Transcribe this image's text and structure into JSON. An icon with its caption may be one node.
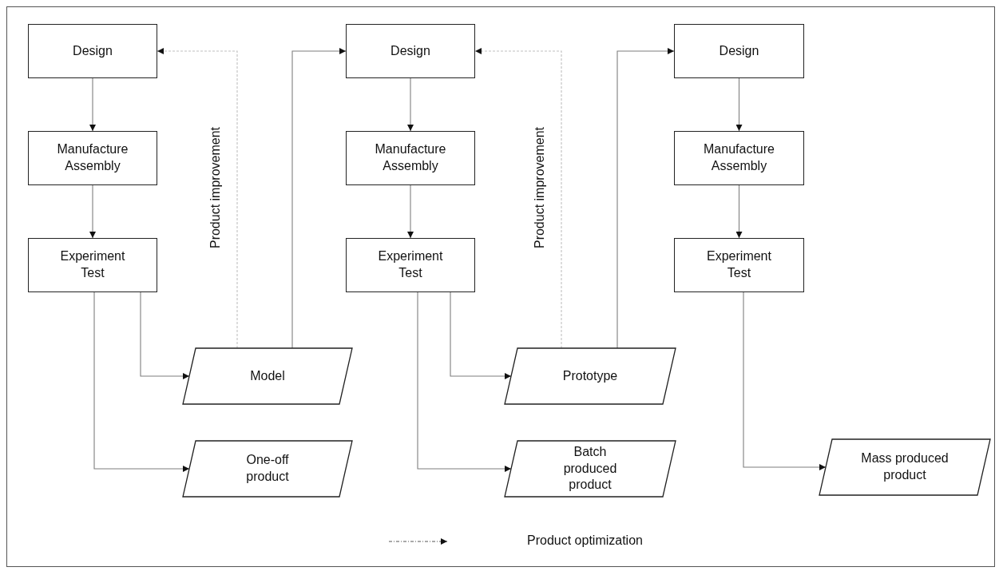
{
  "diagram": {
    "nodes": [
      {
        "text": [
          "Design"
        ]
      },
      {
        "text": [
          "Manufacture Assembly"
        ]
      },
      {
        "text": [
          "Experiment Test"
        ]
      },
      {
        "text": [
          "Design"
        ]
      },
      {
        "text": [
          "Manufacture Assembly"
        ]
      },
      {
        "text": [
          "Experiment Test"
        ]
      },
      {
        "text": [
          "Design"
        ]
      },
      {
        "text": [
          "Manufacture Assembly"
        ]
      },
      {
        "text": [
          "Experiment Test"
        ]
      },
      {
        "text": [
          "Model"
        ]
      },
      {
        "text": [
          "One-off product"
        ]
      },
      {
        "text": [
          "Prototype"
        ]
      },
      {
        "text": [
          "Batch produced product"
        ]
      },
      {
        "text": [
          "Mass produced product"
        ]
      }
    ],
    "edges": [
      {
        "from": 0,
        "to": 1,
        "arrow": "to"
      },
      {
        "from": 1,
        "to": 2,
        "arrow": "to"
      },
      {
        "from": 2,
        "to": 9,
        "arrow": "to"
      },
      {
        "from": 2,
        "to": 10,
        "arrow": "to"
      },
      {
        "from": 9,
        "to": 0,
        "arrow": "to",
        "label": "Product improvement",
        "style": "dashed",
        "color": "#c0c0c0"
      },
      {
        "from": 9,
        "to": 3,
        "arrow": "to"
      },
      {
        "from": 3,
        "to": 4,
        "arrow": "to"
      },
      {
        "from": 4,
        "to": 5,
        "arrow": "to"
      },
      {
        "from": 5,
        "to": 11,
        "arrow": "to"
      },
      {
        "from": 5,
        "to": 12,
        "arrow": "to"
      },
      {
        "from": 11,
        "to": 3,
        "arrow": "to",
        "label": "Product improvement",
        "style": "dashed",
        "color": "#c0c0c0"
      },
      {
        "from": 11,
        "to": 6,
        "arrow": "to"
      },
      {
        "from": 6,
        "to": 7,
        "arrow": "to"
      },
      {
        "from": 7,
        "to": 8,
        "arrow": "to"
      },
      {
        "from": 8,
        "to": 13,
        "arrow": "to"
      }
    ],
    "legend": [
      {
        "text": "Product optimization"
      }
    ]
  }
}
